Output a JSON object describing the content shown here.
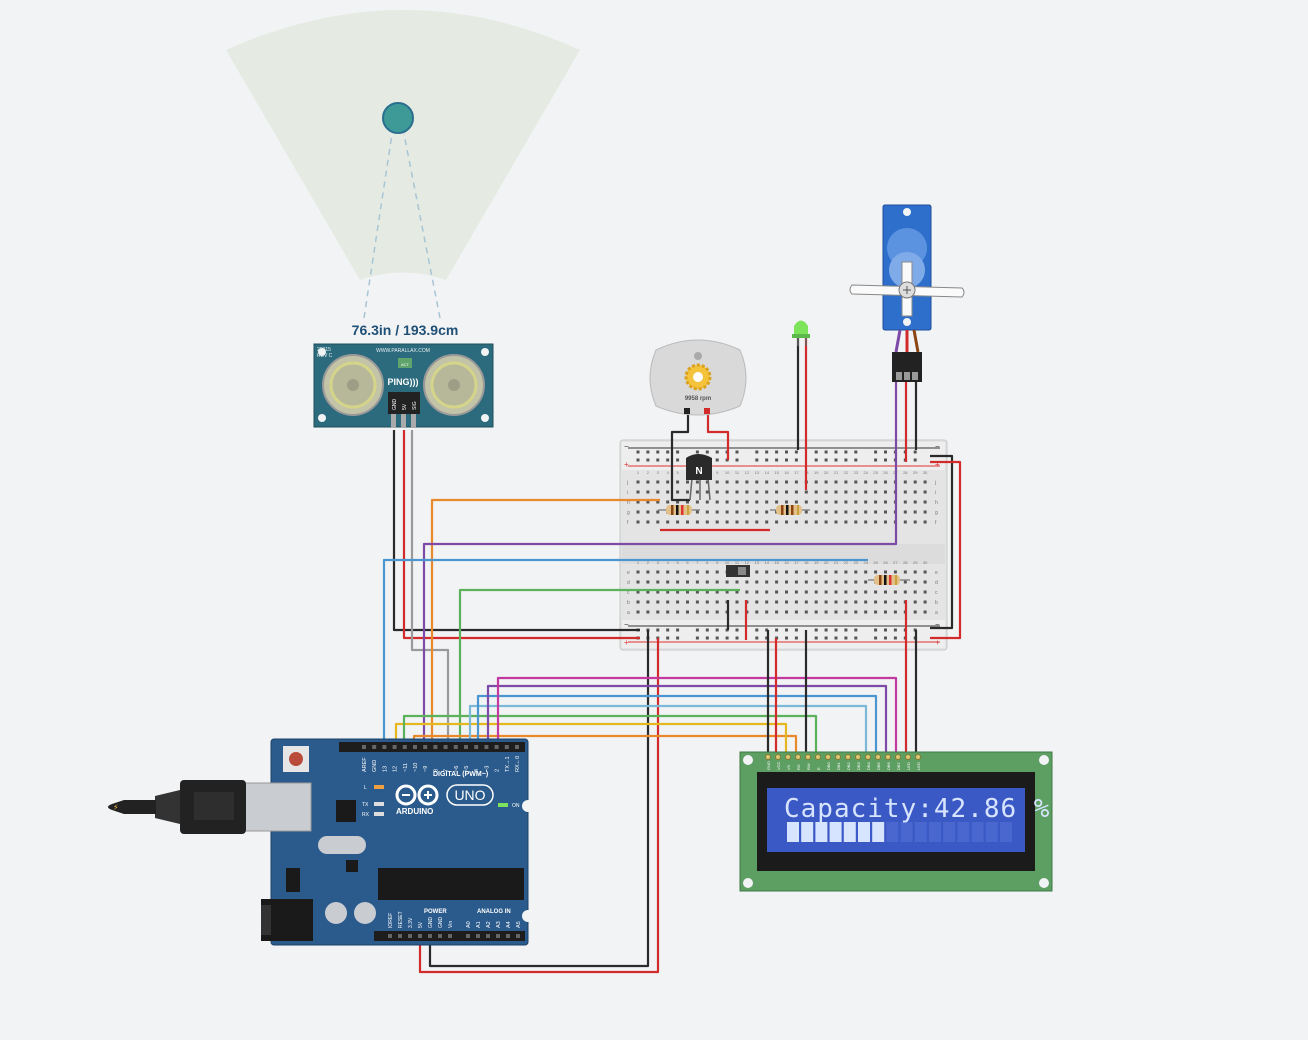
{
  "ultrasonic": {
    "distance_readout": "76.3in / 193.9cm",
    "brand_text": "WWW.PARALLAX.COM",
    "model_text": "28015",
    "revision_text": "REV C",
    "name_text": "PING)))",
    "pin_labels": [
      "GND",
      "5V",
      "SIG"
    ],
    "act_text": "ACT"
  },
  "motor": {
    "speed_readout": "9958 rpm"
  },
  "transistor": {
    "label": "N"
  },
  "arduino": {
    "brand_text": "ARDUINO",
    "model_text": "UNO",
    "digital_header": "DIGITAL (PWM~)",
    "power_header": "POWER",
    "analog_header": "ANALOG IN",
    "on_text": "ON",
    "l_text": "L",
    "tx_text": "TX",
    "rx_text": "RX",
    "digital_pins": [
      "AREF",
      "GND",
      "13",
      "12",
      "~11",
      "~10",
      "~9",
      "8",
      "7",
      "~6",
      "~5",
      "4",
      "~3",
      "2",
      "TX→1",
      "RX←0"
    ],
    "power_pins": [
      "IOREF",
      "RESET",
      "3.3V",
      "5V",
      "GND",
      "GND",
      "Vin"
    ],
    "analog_pins": [
      "A0",
      "A1",
      "A2",
      "A3",
      "A4",
      "A5"
    ]
  },
  "lcd": {
    "line1": "Capacity:42.86 %",
    "bar_fill_fraction": 0.4286,
    "pin_labels": [
      "GND",
      "VCC",
      "V0",
      "RS",
      "RW",
      "E",
      "DB0",
      "DB1",
      "DB2",
      "DB3",
      "DB4",
      "DB5",
      "DB6",
      "DB7",
      "LED",
      "LED"
    ]
  },
  "breadboard": {
    "row_letters_top": [
      "j",
      "i",
      "h",
      "g",
      "f"
    ],
    "row_letters_bottom": [
      "e",
      "d",
      "c",
      "b",
      "a"
    ],
    "column_numbers": [
      "1",
      "2",
      "3",
      "4",
      "5",
      "6",
      "7",
      "8",
      "9",
      "10",
      "11",
      "12",
      "13",
      "14",
      "15",
      "16",
      "17",
      "18",
      "19",
      "20",
      "21",
      "22",
      "23",
      "24",
      "25",
      "26",
      "27",
      "28",
      "29",
      "30"
    ],
    "rail_minus": "−",
    "rail_plus": "+"
  },
  "colors": {
    "background": "#f2f3f5",
    "sonar_cone": "#e5ebe2",
    "arduino_blue": "#2b5b8c",
    "lcd_green": "#5d9e63",
    "lcd_screen": "#3b59c4",
    "wire_red": "#d22b2b",
    "wire_black": "#2a2a2a",
    "wire_orange": "#e8892c",
    "wire_purple": "#7d4aa8",
    "wire_blue": "#4b96cf",
    "wire_green": "#5bb25a",
    "wire_yellow": "#e6b820",
    "wire_magenta": "#c23aa0",
    "wire_lightblue": "#7cb9d8",
    "wire_gray": "#9a9a9a",
    "servo_blue": "#2d6fcb",
    "led_green": "#7de35a"
  },
  "icons": [
    "usb-cable-icon",
    "power-jack-icon",
    "reset-button-icon",
    "target-object-icon",
    "servo-horn-icon",
    "led-icon"
  ]
}
